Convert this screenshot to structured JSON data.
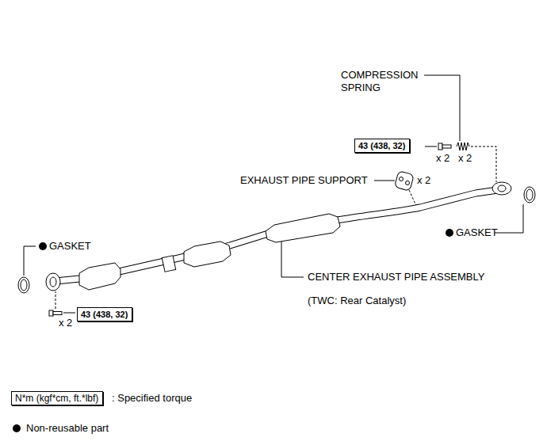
{
  "diagram": {
    "nodes": [
      {
        "text": [
          "43 (438, 32)"
        ]
      },
      {
        "text": [
          "43 (438, 32)"
        ]
      },
      {
        "text": [
          "N*m (kgf*cm, ft.*lbf)"
        ]
      }
    ],
    "labels": [
      "COMPRESSION SPRING",
      "x 2",
      "x 2",
      "EXHAUST PIPE SUPPORT",
      "x 2",
      "GASKET",
      "GASKET",
      "CENTER EXHAUST PIPE ASSEMBLY",
      "(TWC: Rear Catalyst)",
      "x 2"
    ],
    "legend": [
      {
        "text": ": Specified torque"
      },
      {
        "text": "Non-reusable part"
      }
    ]
  }
}
